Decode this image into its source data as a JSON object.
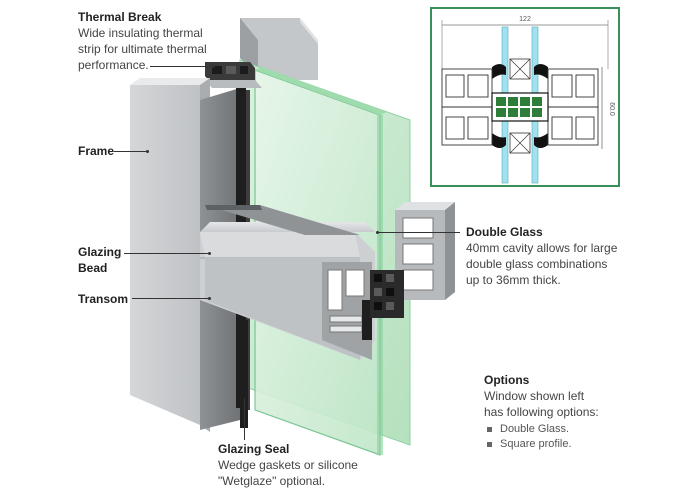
{
  "thermal_break": {
    "title": "Thermal Break",
    "lines": [
      "Wide insulating thermal",
      "strip for ultimate thermal",
      "performance."
    ]
  },
  "frame_label": "Frame",
  "glazing_bead_label": [
    "Glazing",
    "Bead"
  ],
  "transom_label": "Transom",
  "double_glass": {
    "title": "Double Glass",
    "lines": [
      "40mm cavity allows for large",
      "double glass combinations",
      "up to 36mm thick."
    ]
  },
  "glazing_seal": {
    "title": "Glazing Seal",
    "lines": [
      "Wedge gaskets or silicone",
      "\"Wetglaze\" optional."
    ]
  },
  "options": {
    "title": "Options",
    "lines": [
      "Window shown left",
      "has following options:"
    ],
    "items": [
      "Double Glass.",
      "Square profile."
    ]
  },
  "inset": {
    "width_dim": "122",
    "height_dim": "60.0"
  },
  "colors": {
    "inset_border": "#3a8f5a",
    "glass": "#c9ebd0",
    "glass_edge": "#6fc08a",
    "aluminium": "#c9cbcd",
    "aluminium_dark": "#8a8d90",
    "gasket": "#1e1e1e"
  }
}
